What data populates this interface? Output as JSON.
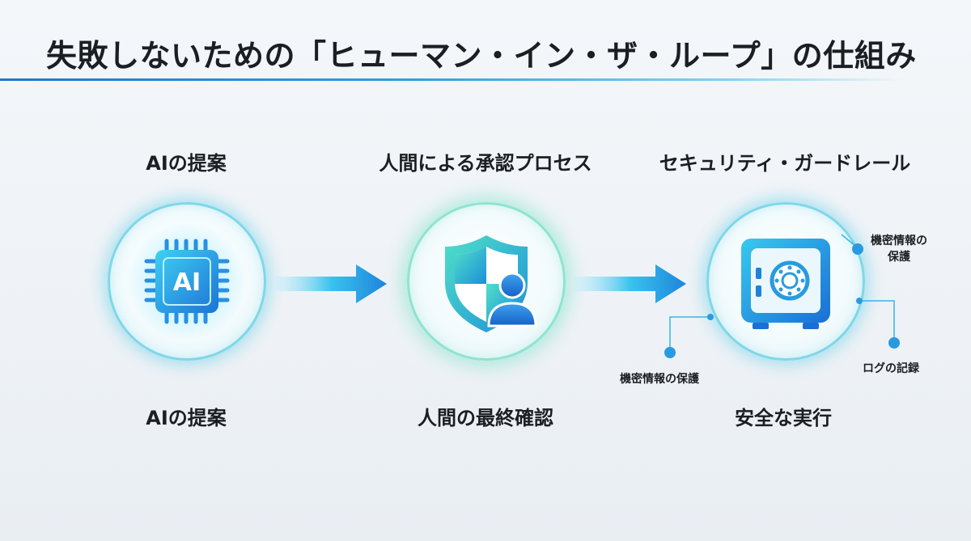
{
  "title": "失敗しないための「ヒューマン・イン・ザ・ループ」の仕組み",
  "steps": [
    {
      "top_label": "AIの提案",
      "bottom_label": "AIの提案",
      "icon": "ai-chip-icon",
      "chip_text": "AI"
    },
    {
      "top_label": "人間による承認プロセス",
      "bottom_label": "人間の最終確認",
      "icon": "shield-person-icon"
    },
    {
      "top_label": "セキュリティ・ガードレール",
      "bottom_label": "安全な実行",
      "icon": "safe-icon"
    }
  ],
  "callouts": {
    "top_right": "機密情報の\n保護",
    "left": "機密情報の保護",
    "right": "ログの記録"
  },
  "colors": {
    "accent_blue": "#1e78c8",
    "cyan": "#2fc3e6",
    "teal": "#37d6b4"
  }
}
